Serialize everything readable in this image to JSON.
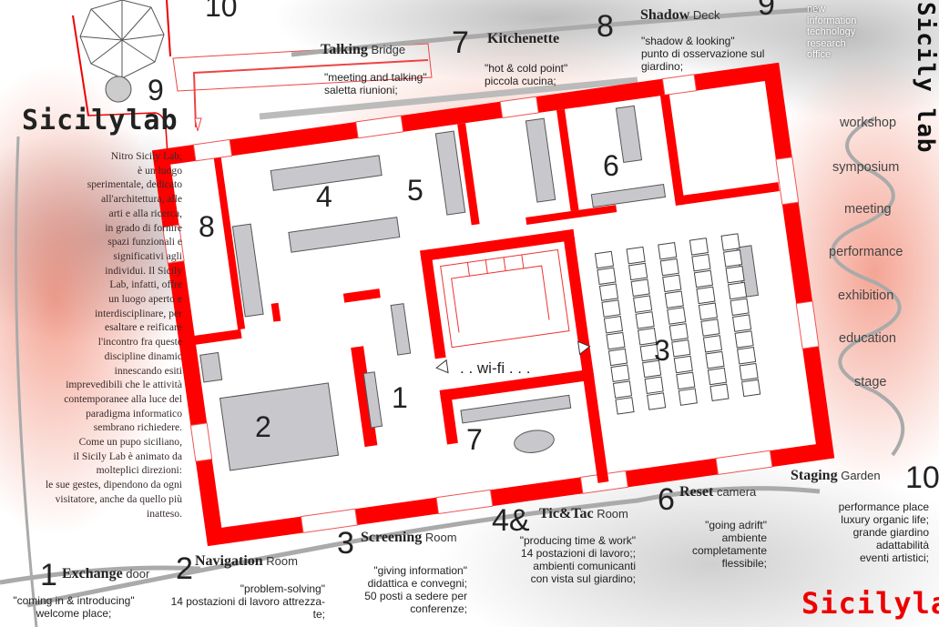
{
  "logo": {
    "text": "Sicilylab",
    "vertical_text": "Sicily lab"
  },
  "intro_paragraph_lines": [
    "Nitro Sicily Lab,",
    "è un luogo",
    "sperimentale, dedicato",
    "all'architettura, alle",
    "arti e alla ricerca,",
    "in grado di fornire",
    "spazi funzionali e",
    "significativi agli",
    "individui. Il Sicily",
    "Lab, infatti, offre",
    "un luogo aperto e",
    "interdisciplinare, per",
    "esaltare e reificare",
    "l'incontro fra queste",
    "discipline dinamic",
    "innescando esiti",
    "imprevedibili che le attività",
    "contemporanee alla luce del",
    "paradigma informatico",
    "sembrano richiedere.",
    "Come un pupo siciliano,",
    "il Sicily Lab è animato da",
    "molteplici direzioni:",
    "le sue gestes, dipendono da ogni",
    "visitatore, anche da quello più",
    "inatteso."
  ],
  "rooms": [
    {
      "num": "1",
      "name": "Exchange",
      "type": "door",
      "desc": [
        "\"coming in & introducing\"",
        "welcome place;"
      ]
    },
    {
      "num": "2",
      "name": "Navigation",
      "type": "Room",
      "desc": [
        "\"problem-solving\"",
        "14 postazioni di lavoro attrezza-",
        "te;"
      ]
    },
    {
      "num": "3",
      "name": "Screening",
      "type": "Room",
      "desc": [
        "\"giving information\"",
        "didattica e convegni;",
        "50 posti a sedere per",
        "conferenze;"
      ]
    },
    {
      "num": "4&",
      "name": "Tic&Tac",
      "type": "Room",
      "desc": [
        "\"producing time & work\"",
        "14 postazioni di lavoro;;",
        "ambienti comunicanti",
        "con vista sul giardino;"
      ]
    },
    {
      "num": "6",
      "name": "Reset",
      "type": "camera",
      "desc": [
        "\"going adrift\"",
        "ambiente",
        "completamente",
        "flessibile;"
      ]
    },
    {
      "num": "7",
      "name": "Talking",
      "type": "Bridge",
      "desc": [
        "\"meeting and talking\"",
        "saletta riunioni;"
      ]
    },
    {
      "num": "8",
      "name": "Kitchenette",
      "type": "",
      "desc": [
        "\"hot & cold point\"",
        "piccola cucina;"
      ]
    },
    {
      "num": "9",
      "name": "Shadow",
      "type": "Deck",
      "desc": [
        "\"shadow & looking\"",
        "punto di osservazione  sul",
        "giardino;"
      ]
    },
    {
      "num": "10",
      "name": "Staging",
      "type": "Garden",
      "desc": [
        "performance place",
        "luxury organic life;",
        "grande giardino",
        "adattabilità",
        "eventi artistici;"
      ]
    }
  ],
  "office_note": [
    "new",
    "information",
    "technology",
    "research",
    "office"
  ],
  "activities": [
    "workshop",
    "symposium",
    "meeting",
    "performance",
    "exhibition",
    "education",
    "stage"
  ],
  "plan_labels": {
    "r1": "1",
    "r2": "2",
    "r3": "3",
    "r4": "4",
    "r5": "5",
    "r6": "6",
    "r7": "7",
    "r8": "8",
    "r9": "9",
    "r10": "10",
    "wifi": ". . wi-fi . . ."
  },
  "colors": {
    "wall": "#ff0000",
    "furniture": "#c8c8cc",
    "text": "#222222"
  }
}
